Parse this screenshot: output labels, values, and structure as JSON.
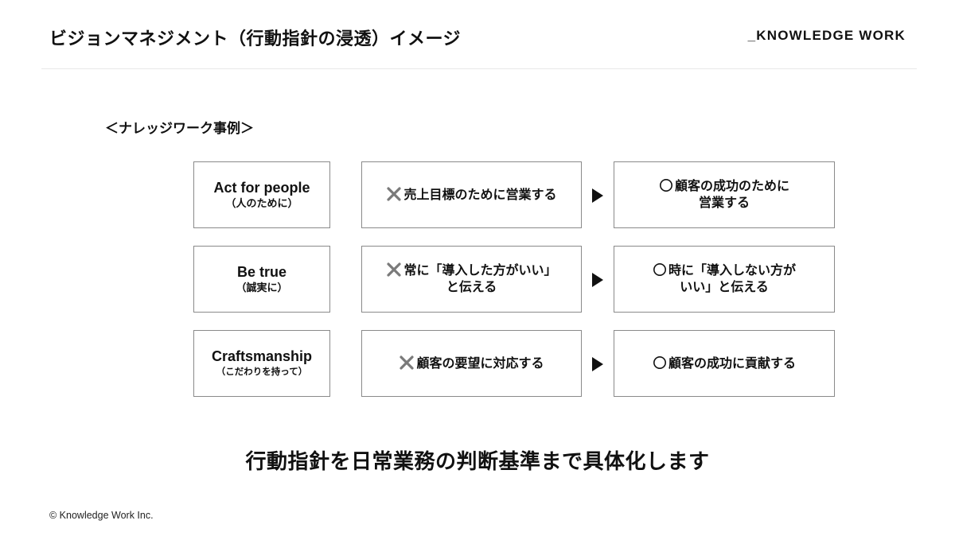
{
  "header": {
    "title": "ビジョンマネジメント（行動指針の浸透）イメージ",
    "brand": "_KNOWLEDGE WORK"
  },
  "section_label": "＜ナレッジワーク事例＞",
  "rows": [
    {
      "value_en": "Act for people",
      "value_ja": "（人のために）",
      "bad_lines": [
        "売上目標のために営業する"
      ],
      "good_lines": [
        "顧客の成功のために",
        "営業する"
      ]
    },
    {
      "value_en": "Be true",
      "value_ja": "（誠実に）",
      "bad_lines": [
        "常に「導入した方がいい」",
        "と伝える"
      ],
      "good_lines": [
        "時に「導入しない方が",
        "いい」と伝える"
      ]
    },
    {
      "value_en": "Craftsmanship",
      "value_ja": "（こだわりを持って）",
      "bad_lines": [
        "顧客の要望に対応する"
      ],
      "good_lines": [
        "顧客の成功に貢献する"
      ]
    }
  ],
  "conclusion": "行動指針を日常業務の判断基準まで具体化します",
  "footer": "© Knowledge Work Inc.",
  "icons": {
    "bad_mark": "cross-mark-icon",
    "good_mark": "circle-mark-icon",
    "arrow": "triangle-right-icon"
  },
  "colors": {
    "text": "#111111",
    "box_border": "#8a8a8a",
    "mark_gray": "#7a7a7a"
  }
}
